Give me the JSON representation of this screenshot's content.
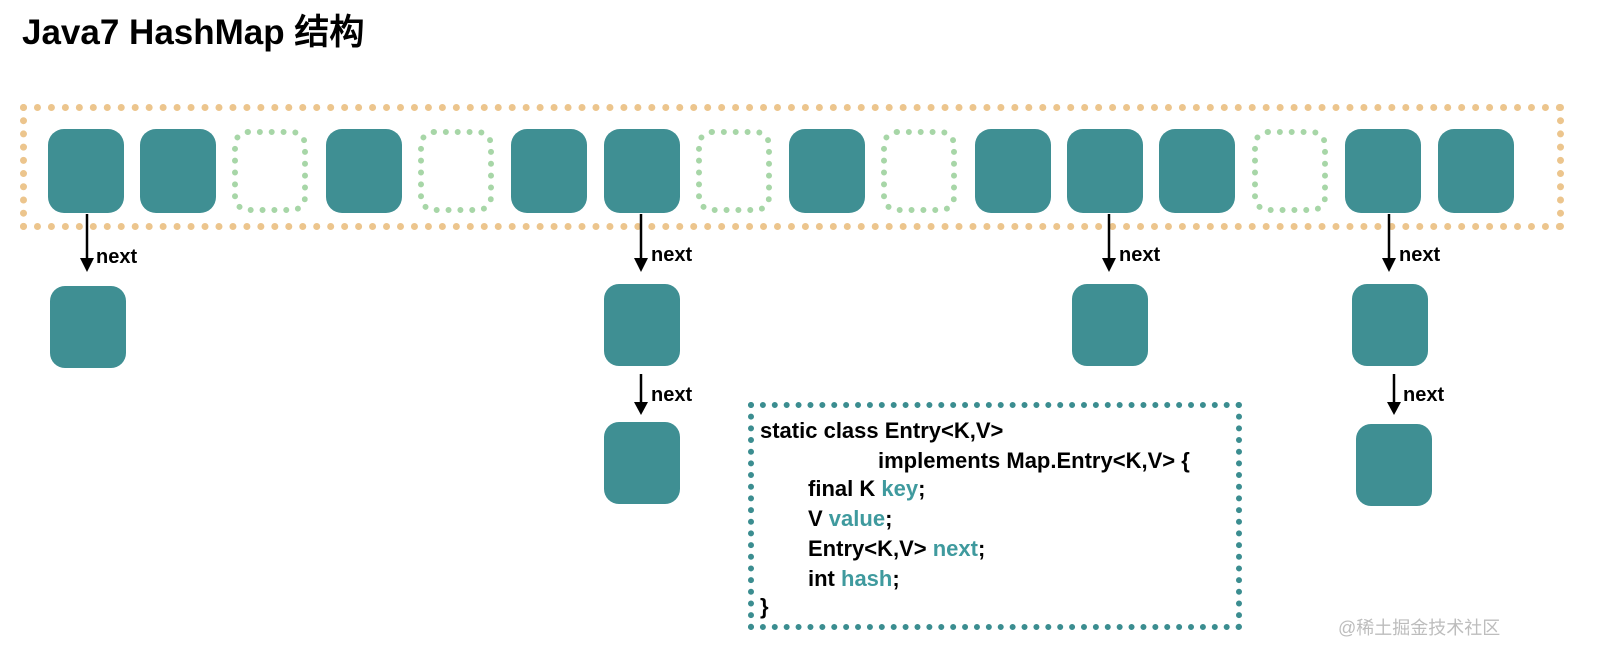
{
  "title": "Java7 HashMap 结构",
  "colors": {
    "node_fill": "#3f8f93",
    "empty_bucket_border": "#a7d6a7",
    "table_border": "#ecc58d",
    "code_border": "#3b8d90",
    "code_accent": "#3f9a9e"
  },
  "buckets": [
    {
      "state": "filled"
    },
    {
      "state": "filled"
    },
    {
      "state": "empty"
    },
    {
      "state": "filled"
    },
    {
      "state": "empty"
    },
    {
      "state": "filled"
    },
    {
      "state": "filled"
    },
    {
      "state": "empty"
    },
    {
      "state": "filled"
    },
    {
      "state": "empty"
    },
    {
      "state": "filled"
    },
    {
      "state": "filled"
    },
    {
      "state": "filled"
    },
    {
      "state": "empty"
    },
    {
      "state": "filled"
    },
    {
      "state": "filled"
    }
  ],
  "chain_label": "next",
  "code": {
    "line1": "static class Entry<K,V>",
    "line2": "implements Map.Entry<K,V> {",
    "line3_prefix": "final K ",
    "line3_field": "key",
    "line3_suffix": ";",
    "line4_prefix": "V ",
    "line4_field": "value",
    "line4_suffix": ";",
    "line5_prefix": "Entry<K,V> ",
    "line5_field": "next",
    "line5_suffix": ";",
    "line6_prefix": "int ",
    "line6_field": "hash",
    "line6_suffix": ";",
    "line7": "}"
  },
  "watermark": "@稀土掘金技术社区"
}
